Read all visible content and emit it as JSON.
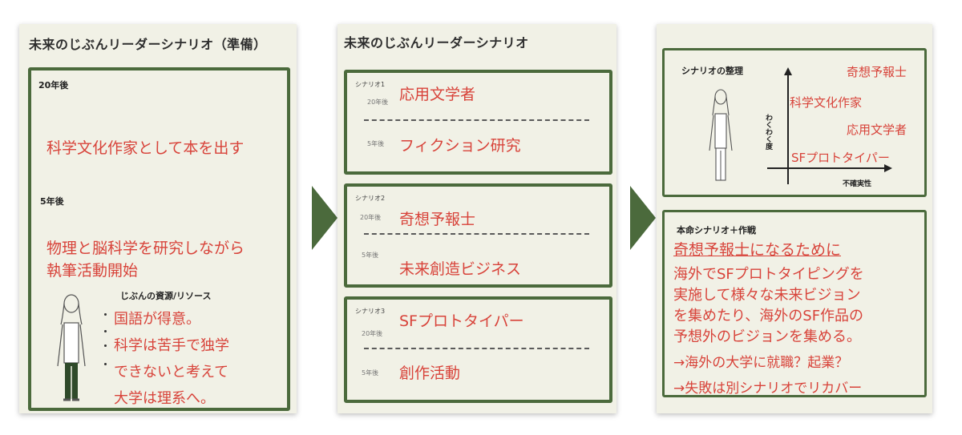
{
  "panel1": {
    "title": "未来のじぶんリーダーシナリオ（準備）",
    "label_20y": "20年後",
    "goal_20y": "科学文化作家として本を出す",
    "label_5y": "5年後",
    "goal_5y_line1": "物理と脳科学を研究しながら",
    "goal_5y_line2": "執筆活動開始",
    "resources_title": "じぶんの資源/リソース",
    "resources": [
      "国語が得意。",
      "科学は苦手で独学",
      "できないと考えて",
      "大学は理系へ。"
    ]
  },
  "panel2": {
    "title": "未来のじぶんリーダーシナリオ",
    "scenarios": [
      {
        "label": "シナリオ1",
        "y20_label": "20年後",
        "y20": "応用文学者",
        "y5_label": "5年後",
        "y5": "フィクション研究"
      },
      {
        "label": "シナリオ2",
        "y20_label": "20年後",
        "y20": "奇想予報士",
        "y5_label": "5年後",
        "y5": "未来創造ビジネス"
      },
      {
        "label": "シナリオ3",
        "y20_label": "20年後",
        "y20": "SFプロトタイパー",
        "y5_label": "5年後",
        "y5": "創作活動"
      }
    ]
  },
  "panel3": {
    "matrix_title": "シナリオの整理",
    "y_axis_label": "わくわく度",
    "x_axis_label": "不確実性",
    "items": [
      "奇想予報士",
      "科学文化作家",
      "応用文学者",
      "SFプロトタイパー"
    ],
    "strategy_title": "本命シナリオ＋作戦",
    "strategy_heading": "奇想予報士になるために",
    "strategy_lines": [
      "海外でSFプロトタイピングを",
      "実施して様々な未来ビジョン",
      "を集めたり、海外のSF作品の",
      "予想外のビジョンを集める。",
      "→海外の大学に就職？起業？",
      "→失敗は別シナリオでリカバー"
    ]
  },
  "colors": {
    "accent_green": "#4b6a3c",
    "text_red": "#d8433a",
    "panel_bg": "#f1f1e6"
  }
}
